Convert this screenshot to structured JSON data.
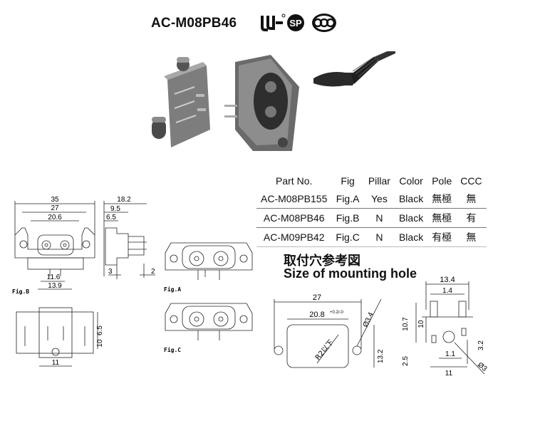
{
  "header": {
    "model": "AC-M08PB46"
  },
  "certifications": [
    {
      "icon": "ul-recognized-icon"
    },
    {
      "icon": "csa-icon"
    },
    {
      "icon": "ccc-icon"
    }
  ],
  "spec_table": {
    "headers": [
      "Part No.",
      "Fig",
      "Pillar",
      "Color",
      "Pole",
      "CCC"
    ],
    "rows": [
      [
        "AC-M08PB155",
        "Fig.A",
        "Yes",
        "Black",
        "無極",
        "無"
      ],
      [
        "AC-M08PB46",
        "Fig.B",
        "N",
        "Black",
        "無極",
        "有"
      ],
      [
        "AC-M09PB42",
        "Fig.C",
        "N",
        "Black",
        "有極",
        "無"
      ]
    ]
  },
  "mounting": {
    "title_cn": "取付穴参考図",
    "title_en": "Size of mounting hole"
  },
  "fig_labels": {
    "a": "Fig.A",
    "b": "Fig.B",
    "c": "Fig.C"
  },
  "dims_fig_b": {
    "w35": "35",
    "w27": "27",
    "w206": "20.6",
    "w116": "11.6",
    "w139": "13.9",
    "w11": "11",
    "h65": "6.5",
    "h10": "10"
  },
  "dims_side": {
    "d182": "18.2",
    "d95": "9.5",
    "d65": "6.5",
    "d3": "3",
    "d2": "2"
  },
  "dims_hole": {
    "w27": "27",
    "w208": "20.8",
    "tol": "+0.2/-0",
    "dia": "Ø3.4",
    "r": "R2以下",
    "h132": "13.2"
  },
  "dims_pcb": {
    "w134": "13.4",
    "w14": "1.4",
    "h107": "10.7",
    "h10": "10",
    "h32": "3.2",
    "w11": "1.1",
    "h25": "2.5",
    "w11b": "11",
    "dia": "Ø3"
  }
}
